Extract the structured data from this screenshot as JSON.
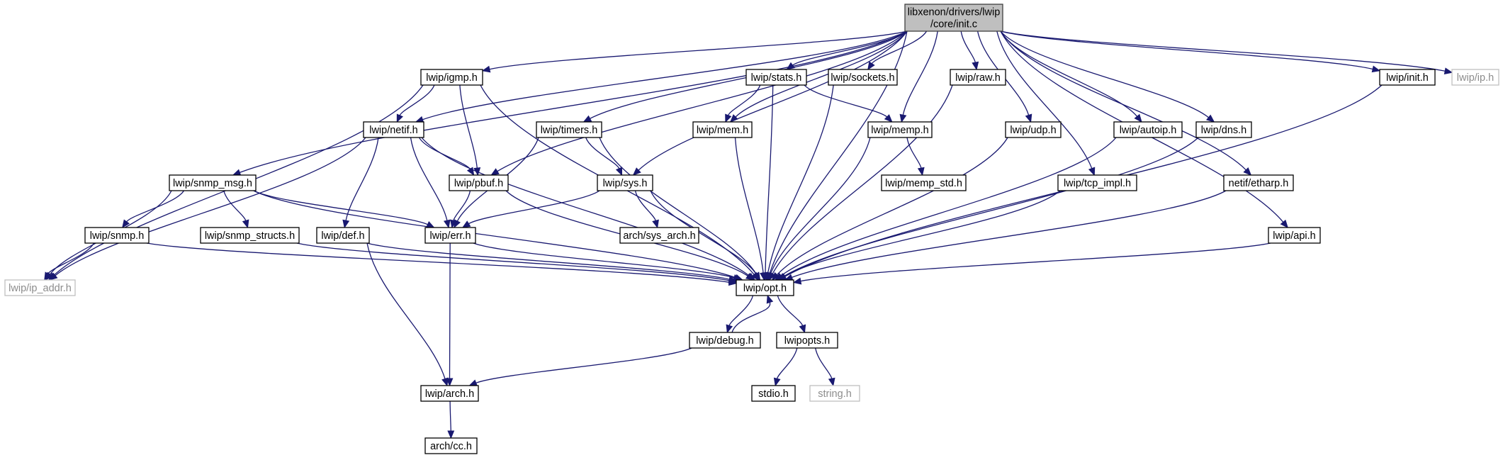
{
  "graph": {
    "nodes": [
      {
        "id": "init_c",
        "lines": [
          "libxenon/drivers/lwip",
          "/core/init.c"
        ],
        "style": "root"
      },
      {
        "id": "igmp_h",
        "lines": [
          "lwip/igmp.h"
        ]
      },
      {
        "id": "stats_h",
        "lines": [
          "lwip/stats.h"
        ]
      },
      {
        "id": "sockets_h",
        "lines": [
          "lwip/sockets.h"
        ]
      },
      {
        "id": "raw_h",
        "lines": [
          "lwip/raw.h"
        ]
      },
      {
        "id": "init_h",
        "lines": [
          "lwip/init.h"
        ]
      },
      {
        "id": "ip_h",
        "lines": [
          "lwip/ip.h"
        ],
        "style": "missing"
      },
      {
        "id": "netif_h",
        "lines": [
          "lwip/netif.h"
        ]
      },
      {
        "id": "timers_h",
        "lines": [
          "lwip/timers.h"
        ]
      },
      {
        "id": "mem_h",
        "lines": [
          "lwip/mem.h"
        ]
      },
      {
        "id": "memp_h",
        "lines": [
          "lwip/memp.h"
        ]
      },
      {
        "id": "udp_h",
        "lines": [
          "lwip/udp.h"
        ]
      },
      {
        "id": "autoip_h",
        "lines": [
          "lwip/autoip.h"
        ]
      },
      {
        "id": "dns_h",
        "lines": [
          "lwip/dns.h"
        ]
      },
      {
        "id": "snmp_msg_h",
        "lines": [
          "lwip/snmp_msg.h"
        ]
      },
      {
        "id": "pbuf_h",
        "lines": [
          "lwip/pbuf.h"
        ]
      },
      {
        "id": "sys_h",
        "lines": [
          "lwip/sys.h"
        ]
      },
      {
        "id": "memp_std_h",
        "lines": [
          "lwip/memp_std.h"
        ]
      },
      {
        "id": "tcp_impl_h",
        "lines": [
          "lwip/tcp_impl.h"
        ]
      },
      {
        "id": "etharp_h",
        "lines": [
          "netif/etharp.h"
        ]
      },
      {
        "id": "snmp_h",
        "lines": [
          "lwip/snmp.h"
        ]
      },
      {
        "id": "snmp_structs_h",
        "lines": [
          "lwip/snmp_structs.h"
        ]
      },
      {
        "id": "def_h",
        "lines": [
          "lwip/def.h"
        ]
      },
      {
        "id": "err_h",
        "lines": [
          "lwip/err.h"
        ]
      },
      {
        "id": "sys_arch_h",
        "lines": [
          "arch/sys_arch.h"
        ]
      },
      {
        "id": "api_h",
        "lines": [
          "lwip/api.h"
        ]
      },
      {
        "id": "ip_addr_h",
        "lines": [
          "lwip/ip_addr.h"
        ],
        "style": "missing"
      },
      {
        "id": "opt_h",
        "lines": [
          "lwip/opt.h"
        ]
      },
      {
        "id": "debug_h",
        "lines": [
          "lwip/debug.h"
        ]
      },
      {
        "id": "lwipopts_h",
        "lines": [
          "lwipopts.h"
        ]
      },
      {
        "id": "arch_h",
        "lines": [
          "lwip/arch.h"
        ]
      },
      {
        "id": "stdio_h",
        "lines": [
          "stdio.h"
        ]
      },
      {
        "id": "string_h",
        "lines": [
          "string.h"
        ],
        "style": "missing"
      },
      {
        "id": "cc_h",
        "lines": [
          "arch/cc.h"
        ]
      }
    ],
    "edges": [
      [
        "init_c",
        "igmp_h"
      ],
      [
        "init_c",
        "stats_h"
      ],
      [
        "init_c",
        "sockets_h"
      ],
      [
        "init_c",
        "raw_h"
      ],
      [
        "init_c",
        "init_h"
      ],
      [
        "init_c",
        "ip_h"
      ],
      [
        "init_c",
        "netif_h"
      ],
      [
        "init_c",
        "timers_h"
      ],
      [
        "init_c",
        "mem_h"
      ],
      [
        "init_c",
        "memp_h"
      ],
      [
        "init_c",
        "udp_h"
      ],
      [
        "init_c",
        "autoip_h"
      ],
      [
        "init_c",
        "dns_h"
      ],
      [
        "init_c",
        "snmp_msg_h"
      ],
      [
        "init_c",
        "pbuf_h"
      ],
      [
        "init_c",
        "sys_h"
      ],
      [
        "init_c",
        "tcp_impl_h"
      ],
      [
        "init_c",
        "etharp_h"
      ],
      [
        "init_c",
        "api_h"
      ],
      [
        "init_c",
        "opt_h"
      ],
      [
        "igmp_h",
        "netif_h"
      ],
      [
        "igmp_h",
        "pbuf_h"
      ],
      [
        "igmp_h",
        "ip_addr_h"
      ],
      [
        "igmp_h",
        "opt_h"
      ],
      [
        "stats_h",
        "mem_h"
      ],
      [
        "stats_h",
        "memp_h"
      ],
      [
        "stats_h",
        "opt_h"
      ],
      [
        "sockets_h",
        "opt_h"
      ],
      [
        "raw_h",
        "opt_h"
      ],
      [
        "init_h",
        "opt_h"
      ],
      [
        "netif_h",
        "pbuf_h"
      ],
      [
        "netif_h",
        "err_h"
      ],
      [
        "netif_h",
        "def_h"
      ],
      [
        "netif_h",
        "ip_addr_h"
      ],
      [
        "netif_h",
        "opt_h"
      ],
      [
        "timers_h",
        "sys_h"
      ],
      [
        "timers_h",
        "err_h"
      ],
      [
        "timers_h",
        "opt_h"
      ],
      [
        "mem_h",
        "opt_h"
      ],
      [
        "memp_h",
        "memp_std_h"
      ],
      [
        "memp_h",
        "opt_h"
      ],
      [
        "udp_h",
        "opt_h"
      ],
      [
        "autoip_h",
        "opt_h"
      ],
      [
        "dns_h",
        "opt_h"
      ],
      [
        "snmp_msg_h",
        "snmp_h"
      ],
      [
        "snmp_msg_h",
        "snmp_structs_h"
      ],
      [
        "snmp_msg_h",
        "err_h"
      ],
      [
        "snmp_msg_h",
        "ip_addr_h"
      ],
      [
        "snmp_msg_h",
        "opt_h"
      ],
      [
        "pbuf_h",
        "err_h"
      ],
      [
        "pbuf_h",
        "opt_h"
      ],
      [
        "sys_h",
        "err_h"
      ],
      [
        "sys_h",
        "sys_arch_h"
      ],
      [
        "sys_h",
        "opt_h"
      ],
      [
        "tcp_impl_h",
        "opt_h"
      ],
      [
        "etharp_h",
        "opt_h"
      ],
      [
        "snmp_h",
        "ip_addr_h"
      ],
      [
        "snmp_h",
        "opt_h"
      ],
      [
        "snmp_structs_h",
        "opt_h"
      ],
      [
        "def_h",
        "arch_h"
      ],
      [
        "def_h",
        "opt_h"
      ],
      [
        "err_h",
        "arch_h"
      ],
      [
        "err_h",
        "opt_h"
      ],
      [
        "api_h",
        "opt_h"
      ],
      [
        "opt_h",
        "debug_h"
      ],
      [
        "opt_h",
        "lwipopts_h"
      ],
      [
        "debug_h",
        "opt_h"
      ],
      [
        "debug_h",
        "arch_h"
      ],
      [
        "lwipopts_h",
        "stdio_h"
      ],
      [
        "lwipopts_h",
        "string_h"
      ],
      [
        "arch_h",
        "cc_h"
      ]
    ]
  }
}
